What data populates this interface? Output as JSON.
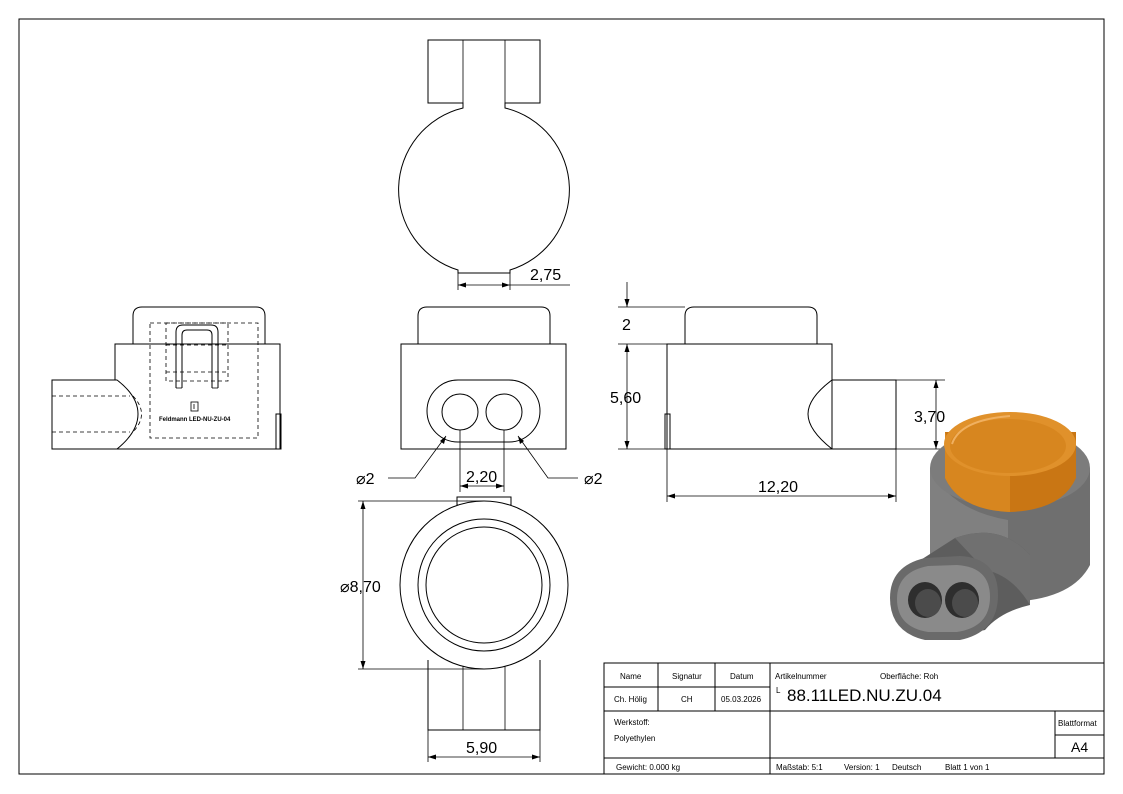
{
  "dimensions": {
    "d_275": "2,75",
    "d_2": "2",
    "d_560": "5,60",
    "d_370": "3,70",
    "d_1220": "12,20",
    "d_220": "2,20",
    "d_dia2_left": "⌀2",
    "d_dia2_right": "⌀2",
    "d_dia870": "⌀8,70",
    "d_590": "5,90"
  },
  "part_label": "Feldmann LED-NU-ZU-04",
  "title_block": {
    "h_name": "Name",
    "h_signatur": "Signatur",
    "h_datum": "Datum",
    "name": "Ch. Hölig",
    "signatur": "CH",
    "datum": "05.03.2026",
    "artikel_label": "Artikelnummer",
    "oberflaeche": "Oberfläche: Roh",
    "artikel_prefix": "L",
    "artikel_nr": "88.11LED.NU.ZU.04",
    "werkstoff_label": "Werkstoff:",
    "werkstoff": "Polyethylen",
    "blattformat_label": "Blattformat",
    "blattformat": "A4",
    "gewicht": "Gewicht: 0.000 kg",
    "massstab": "Maßstab: 5:1",
    "version": "Version: 1",
    "sprache": "Deutsch",
    "blatt": "Blatt 1 von 1"
  },
  "colors": {
    "cap": "#d7861f",
    "body": "#6f6f6f",
    "body_dark": "#4a4a4a",
    "body_light": "#8c8c8c"
  }
}
